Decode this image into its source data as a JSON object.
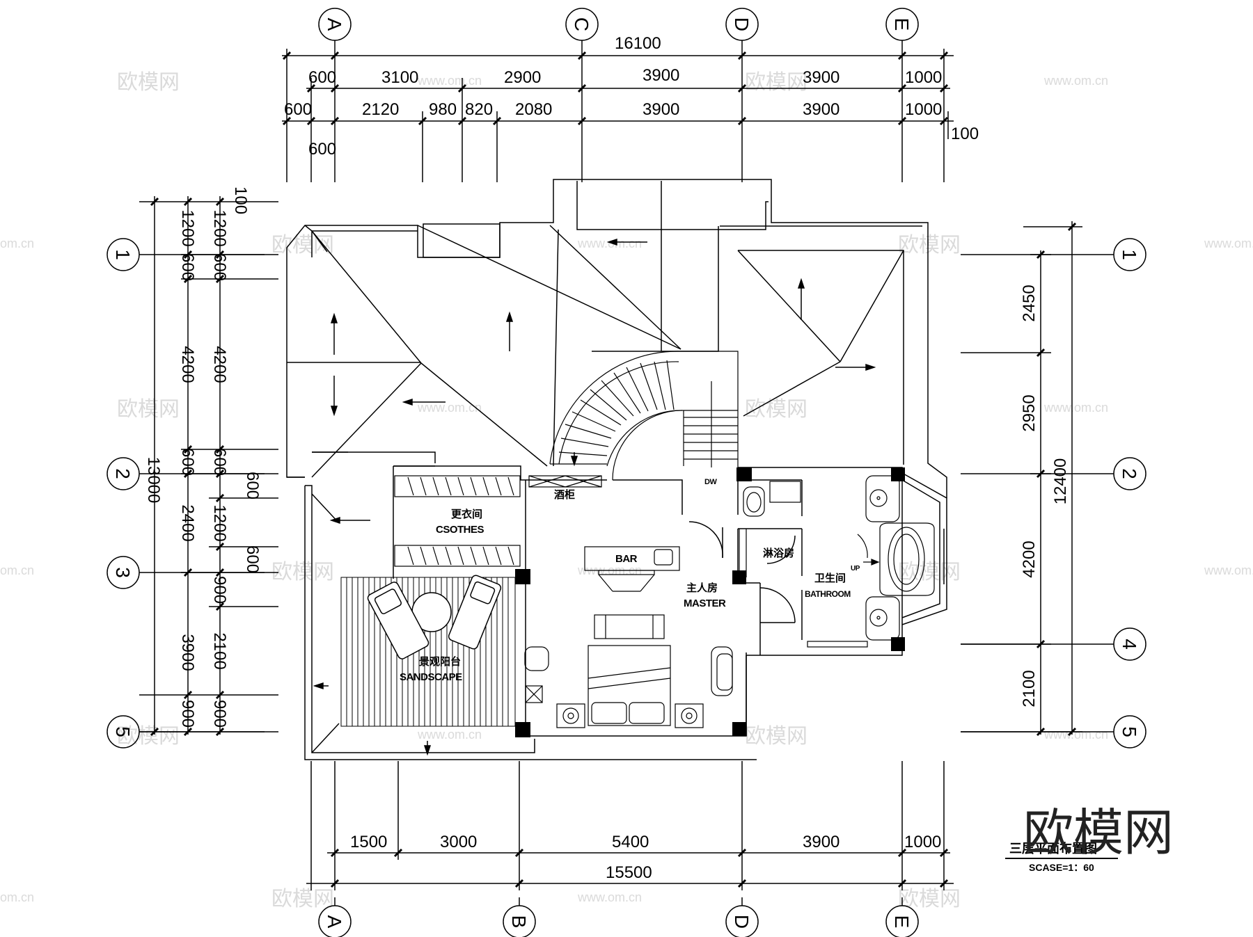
{
  "axes": {
    "top": [
      "A",
      "C",
      "D",
      "E"
    ],
    "bottom": [
      "A",
      "B",
      "D",
      "E"
    ],
    "left": [
      "1",
      "2",
      "3",
      "5"
    ],
    "right": [
      "1",
      "2",
      "4",
      "5"
    ]
  },
  "dimensions": {
    "top_total": "16100",
    "top_row1": [
      "600",
      "3100",
      "2900",
      "3900",
      "3900",
      "1000"
    ],
    "top_row2": [
      "600",
      "2120",
      "980",
      "820",
      "2080",
      "3900",
      "3900",
      "1000"
    ],
    "top_extra_600": "600",
    "top_extra_100": "100",
    "left_top_100": "100",
    "left_outer_total": "13000",
    "left_mid": [
      "1200",
      "600",
      "4200",
      "600",
      "2400",
      "3900",
      "900"
    ],
    "left_inner": [
      "1200",
      "600",
      "4200",
      "600",
      "600",
      "1200",
      "600",
      "900",
      "2100",
      "900"
    ],
    "right_inner": [
      "2450",
      "2950",
      "4200",
      "2100"
    ],
    "right_total": "12400",
    "bottom_row": [
      "1500",
      "3000",
      "5400",
      "3900",
      "1000"
    ],
    "bottom_total": "15500"
  },
  "rooms": {
    "closet_zh": "更衣间",
    "closet_en": "CSOTHES",
    "wine_cabinet": "酒柜",
    "bar": "BAR",
    "master_zh": "主人房",
    "master_en": "MASTER",
    "dw": "DW",
    "shower_zh": "淋浴房",
    "bathroom_zh": "卫生间",
    "bathroom_en": "BATHROOM",
    "up": "UP",
    "balcony_zh": "景观阳台",
    "balcony_en": "SANDSCAPE"
  },
  "title": {
    "zh": "三层平面布置图",
    "scale": "SCASE=1：60"
  },
  "watermark": {
    "brand": "欧模网",
    "url": "www.om.cn",
    "url_short": "om.cn"
  }
}
